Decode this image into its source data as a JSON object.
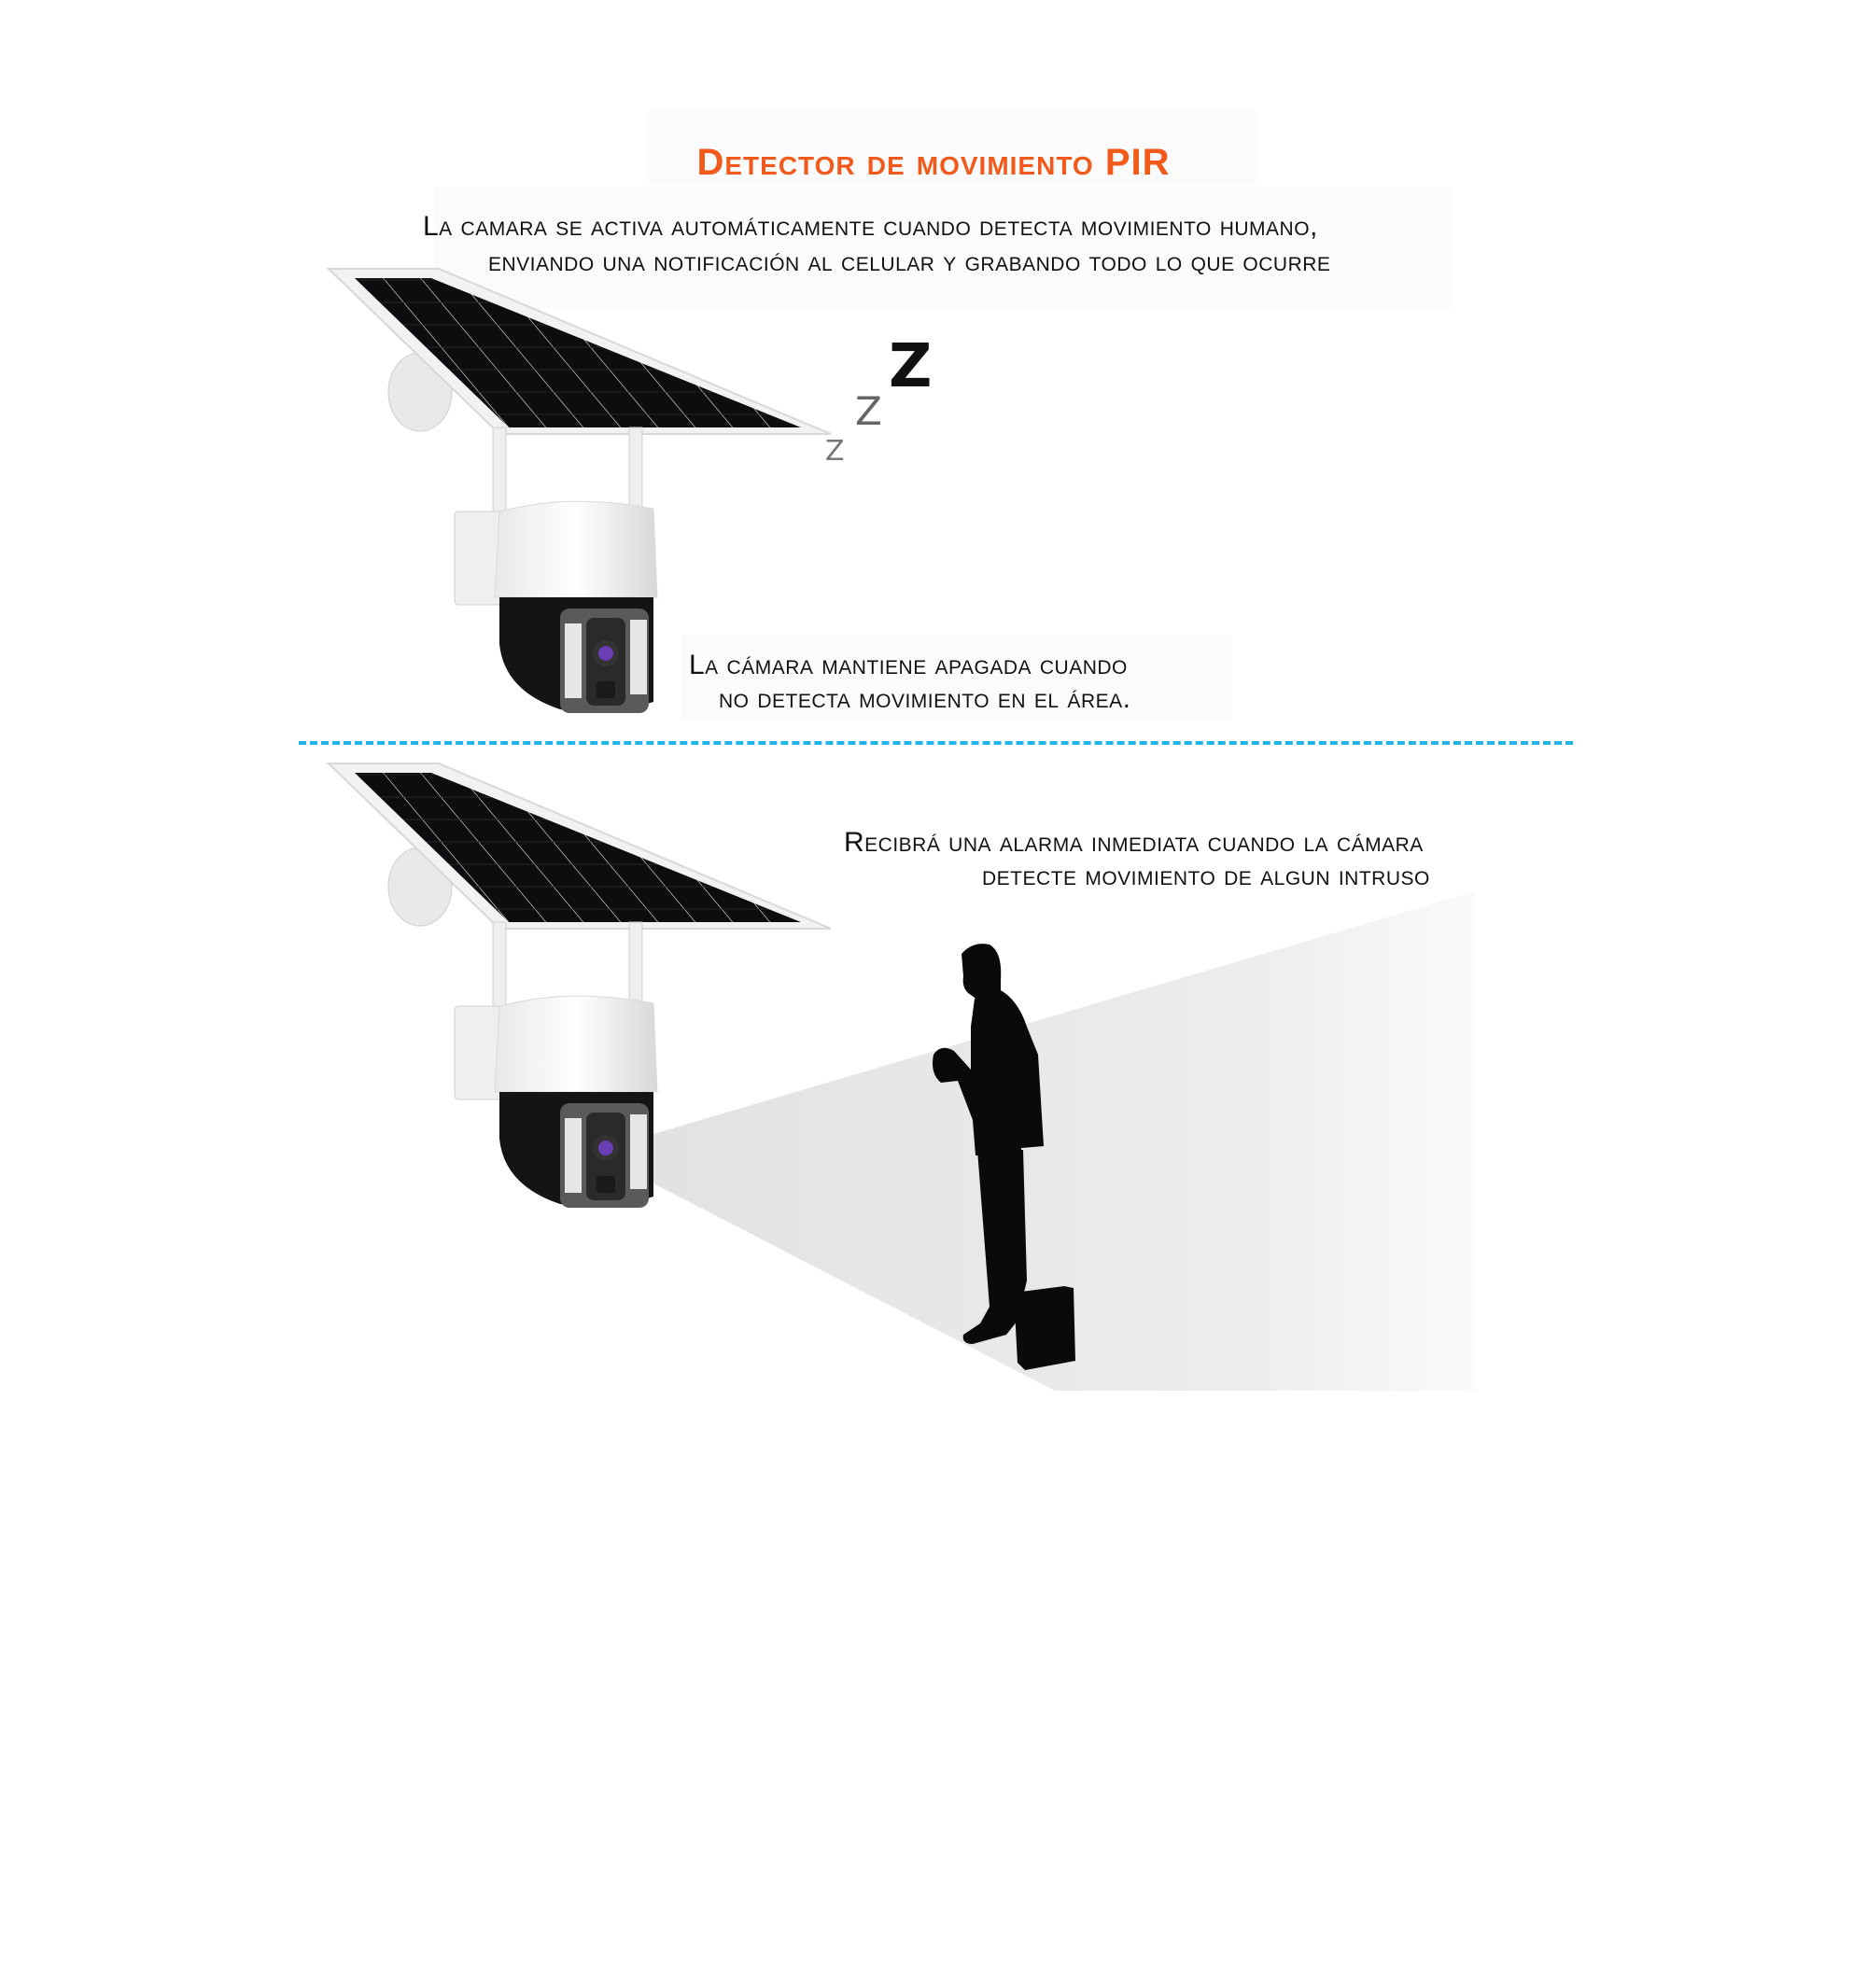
{
  "title": "Detector de movimiento PIR",
  "intro": {
    "line1": "La camara se activa automáticamente cuando detecta movimiento humano,",
    "line2": "enviando una notificación al celular y grabando todo lo que ocurre"
  },
  "scene_idle": {
    "caption_line1": "La cámara mantiene apagada cuando",
    "caption_line2": "no detecta movimiento en el área.",
    "sleep_letters": [
      "z",
      "Z",
      "Z"
    ]
  },
  "scene_alert": {
    "caption_line1": "Recibrá una alarma inmediata cuando la cámara",
    "caption_line2": "detecte movimiento de algun intruso"
  },
  "colors": {
    "title": "#F25A1C",
    "divider": "#1FB5E8",
    "text": "#111111"
  }
}
